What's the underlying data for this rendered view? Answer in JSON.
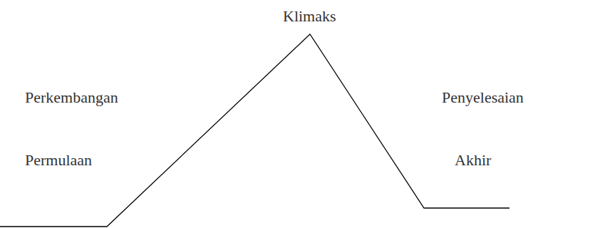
{
  "diagram": {
    "labels": [
      "Klimaks",
      "Perkembangan",
      "Penyelesaian",
      "Permulaan",
      "Akhir"
    ]
  }
}
